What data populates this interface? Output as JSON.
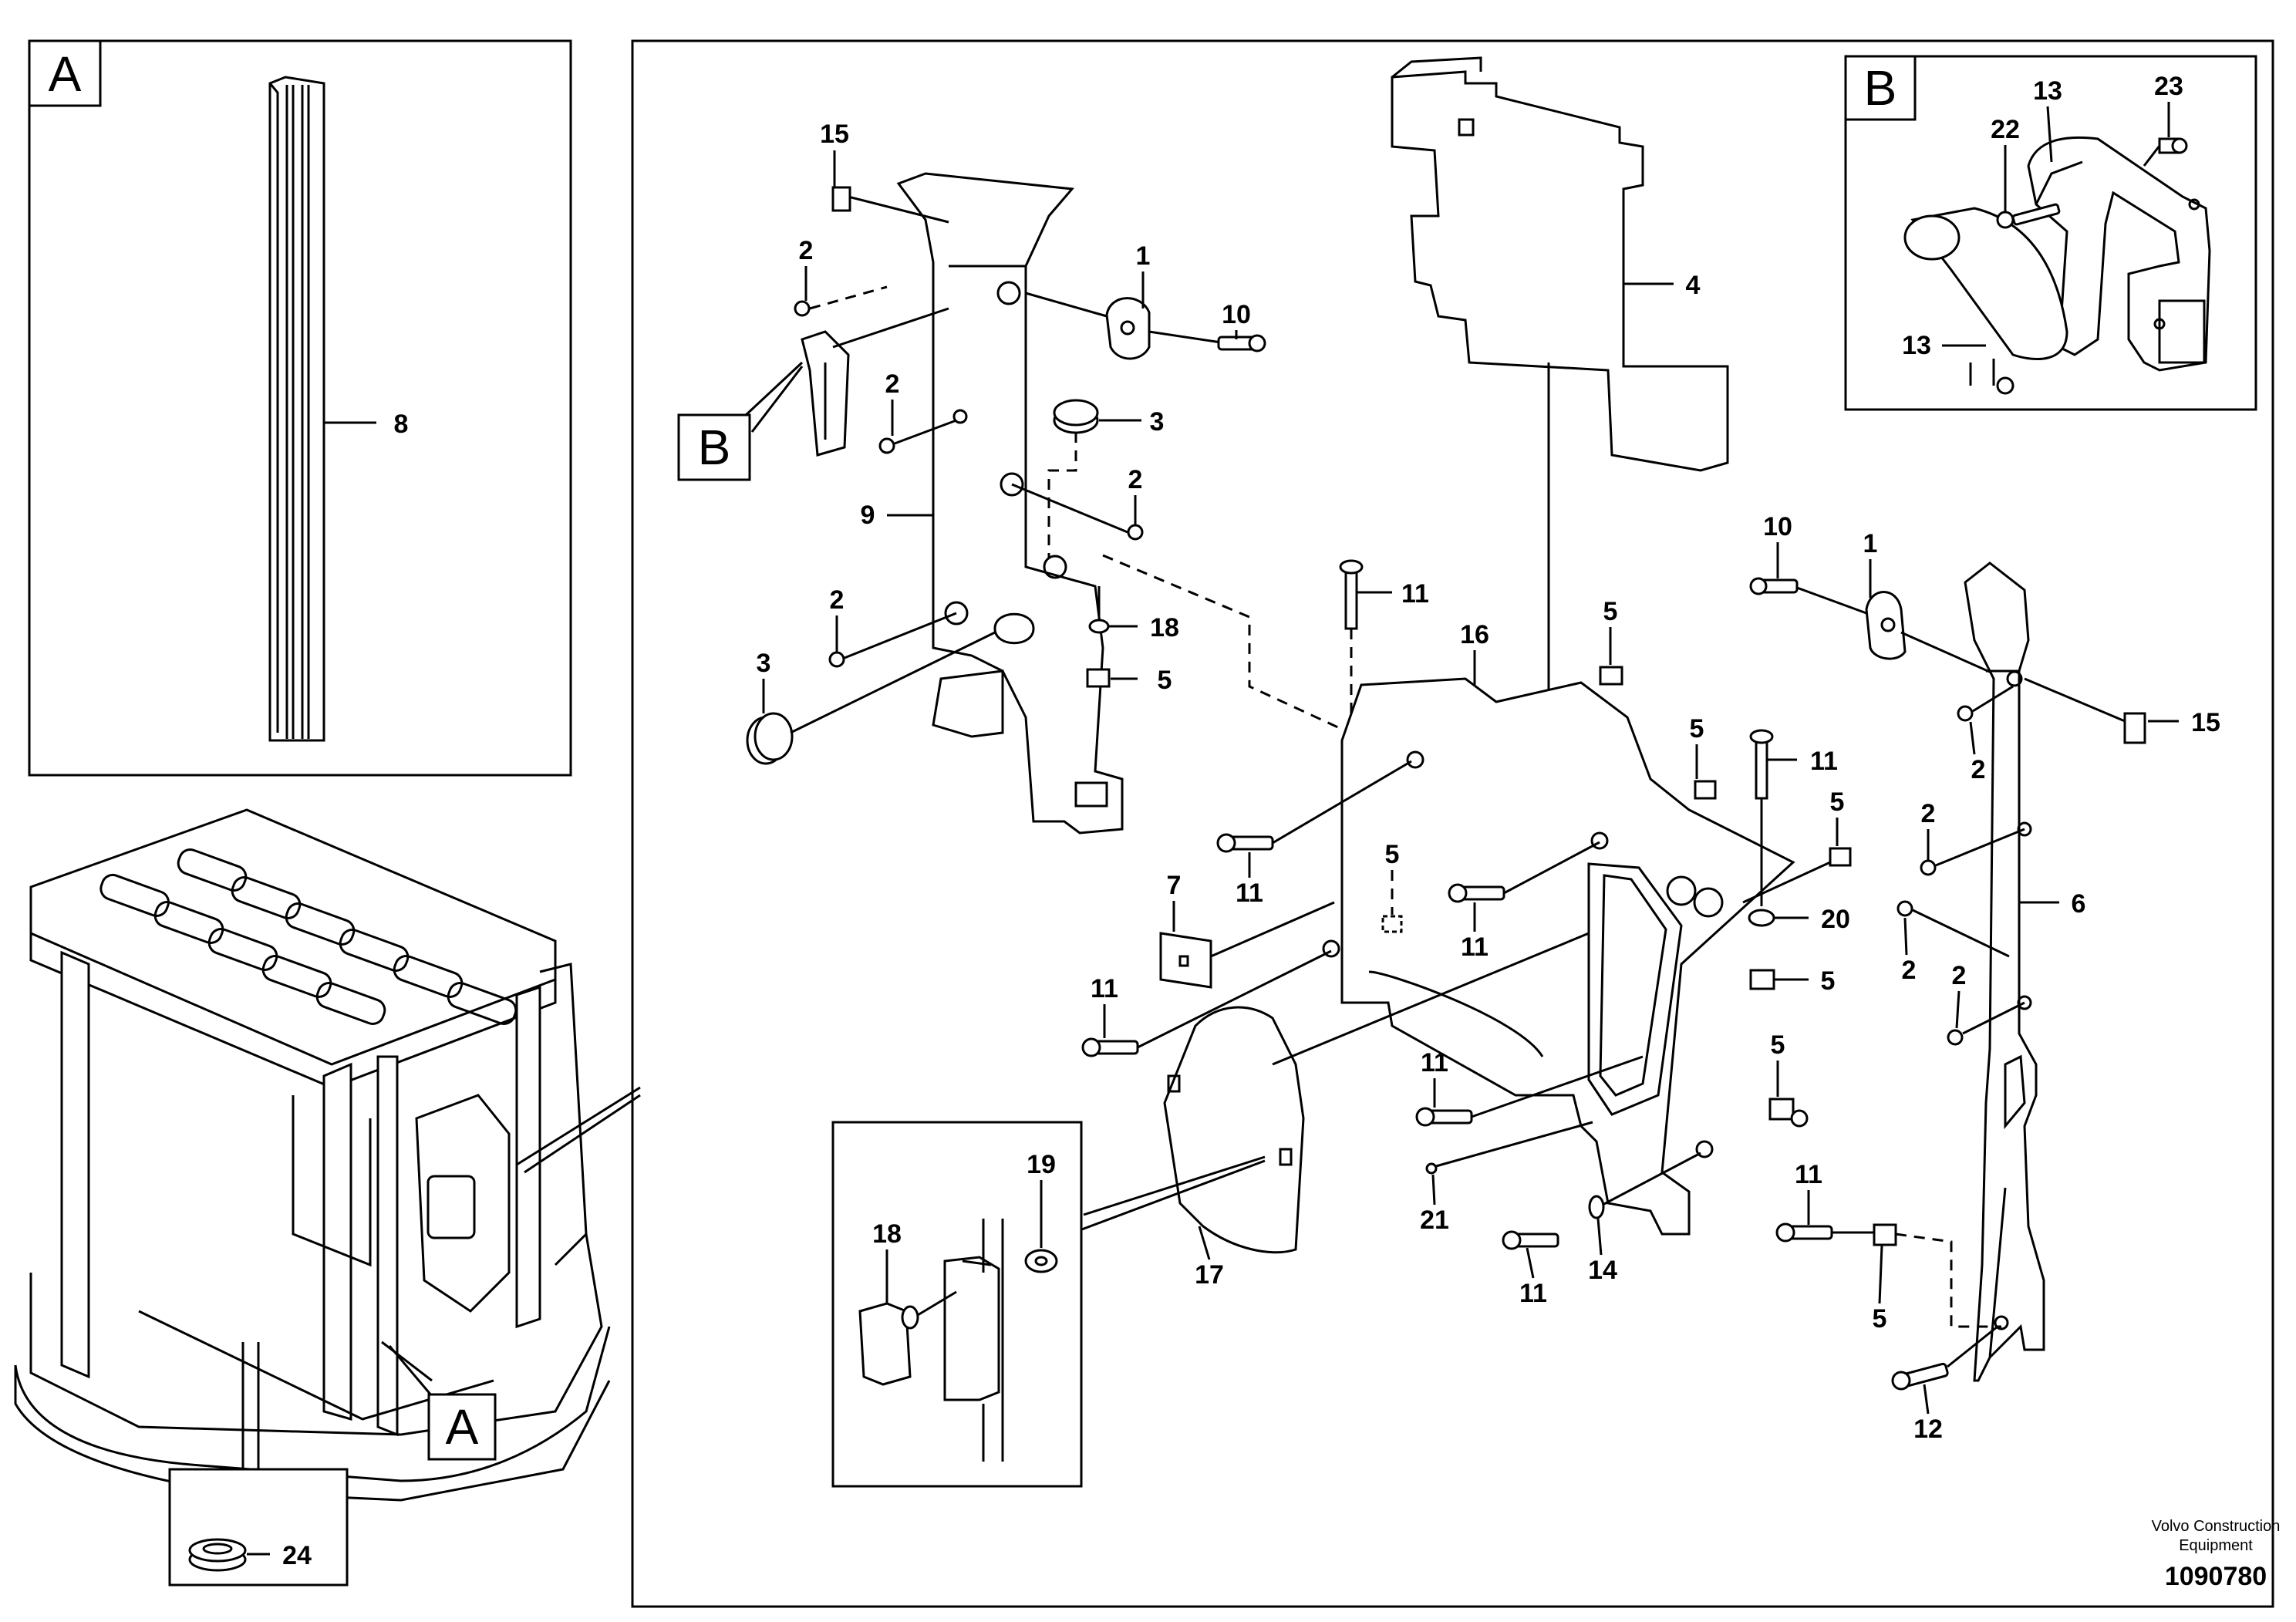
{
  "detail_a": {
    "letter": "A",
    "callout_8": "8"
  },
  "overview": {
    "marker_a": "A",
    "callout_24": "24"
  },
  "main": {
    "marker_b": "B",
    "callouts": [
      {
        "key": "c15a",
        "text": "15"
      },
      {
        "key": "c2a",
        "text": "2"
      },
      {
        "key": "c1a",
        "text": "1"
      },
      {
        "key": "c10a",
        "text": "10"
      },
      {
        "key": "c2b",
        "text": "2"
      },
      {
        "key": "c3a",
        "text": "3"
      },
      {
        "key": "c2c",
        "text": "2"
      },
      {
        "key": "c9",
        "text": "9"
      },
      {
        "key": "c2d",
        "text": "2"
      },
      {
        "key": "c18a",
        "text": "18"
      },
      {
        "key": "c5a",
        "text": "5"
      },
      {
        "key": "c3b",
        "text": "3"
      },
      {
        "key": "c4",
        "text": "4"
      },
      {
        "key": "c11a",
        "text": "11"
      },
      {
        "key": "c16",
        "text": "16"
      },
      {
        "key": "c5b",
        "text": "5"
      },
      {
        "key": "c10b",
        "text": "10"
      },
      {
        "key": "c1b",
        "text": "1"
      },
      {
        "key": "c15b",
        "text": "15"
      },
      {
        "key": "c2e",
        "text": "2"
      },
      {
        "key": "c5c",
        "text": "5"
      },
      {
        "key": "c11b",
        "text": "11"
      },
      {
        "key": "c5d",
        "text": "5"
      },
      {
        "key": "c2f",
        "text": "2"
      },
      {
        "key": "c7",
        "text": "7"
      },
      {
        "key": "c11c",
        "text": "11"
      },
      {
        "key": "c6",
        "text": "6"
      },
      {
        "key": "c5e",
        "text": "5"
      },
      {
        "key": "c11d",
        "text": "11"
      },
      {
        "key": "c20",
        "text": "20"
      },
      {
        "key": "c2g",
        "text": "2"
      },
      {
        "key": "c2h",
        "text": "2"
      },
      {
        "key": "c5f",
        "text": "5"
      },
      {
        "key": "c11e",
        "text": "11"
      },
      {
        "key": "c11f",
        "text": "11"
      },
      {
        "key": "c5g",
        "text": "5"
      },
      {
        "key": "c21",
        "text": "21"
      },
      {
        "key": "c11g",
        "text": "11"
      },
      {
        "key": "c14",
        "text": "14"
      },
      {
        "key": "c11h",
        "text": "11"
      },
      {
        "key": "c5h",
        "text": "5"
      },
      {
        "key": "c12",
        "text": "12"
      },
      {
        "key": "c17",
        "text": "17"
      }
    ]
  },
  "detail_b": {
    "letter": "B",
    "callout_13a": "13",
    "callout_23": "23",
    "callout_22": "22",
    "callout_13b": "13"
  },
  "detail_18_19": {
    "callout_18": "18",
    "callout_19": "19"
  },
  "footer": {
    "brand_line1": "Volvo Construction",
    "brand_line2": "Equipment",
    "drawing_number": "1090780"
  }
}
